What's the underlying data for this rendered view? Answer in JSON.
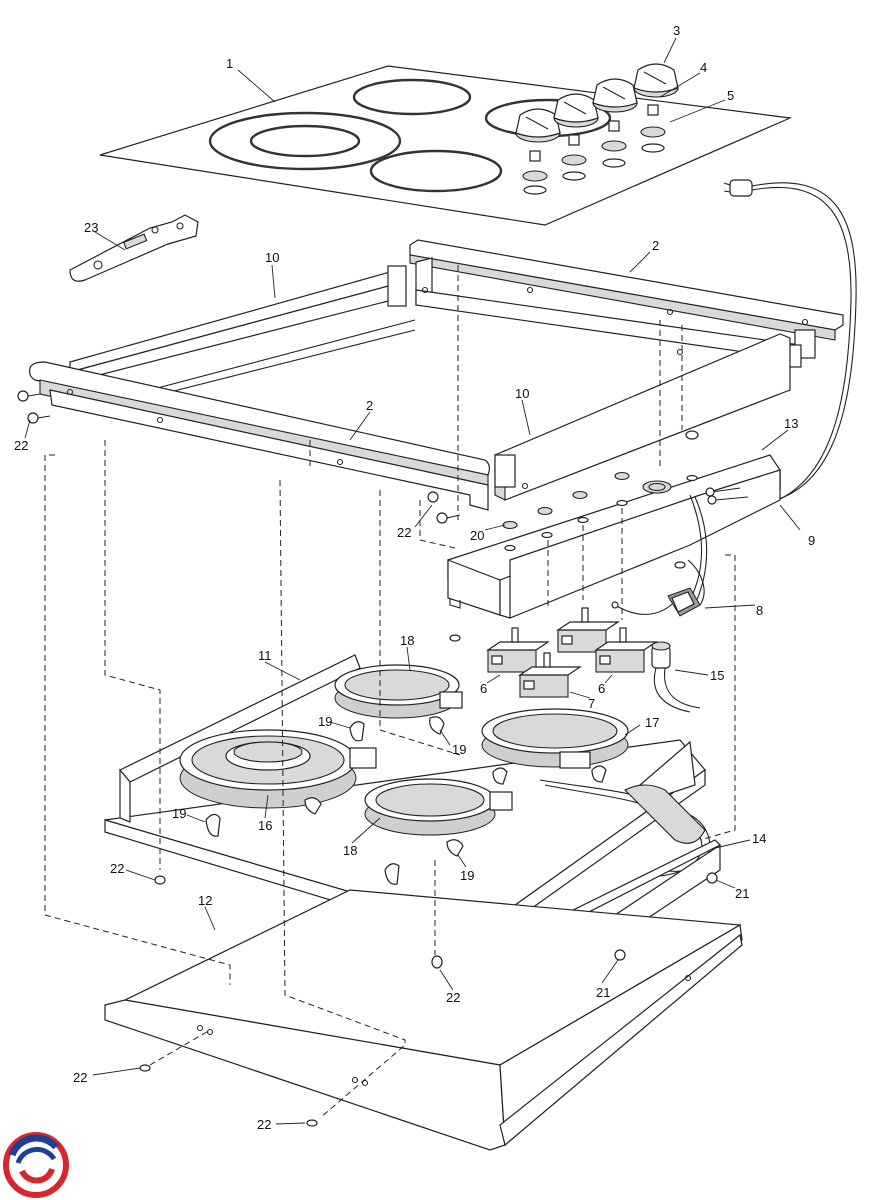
{
  "diagram": {
    "callouts": [
      {
        "id": "c1",
        "label": "1"
      },
      {
        "id": "c2a",
        "label": "2"
      },
      {
        "id": "c2b",
        "label": "2"
      },
      {
        "id": "c3",
        "label": "3"
      },
      {
        "id": "c4",
        "label": "4"
      },
      {
        "id": "c5",
        "label": "5"
      },
      {
        "id": "c6a",
        "label": "6"
      },
      {
        "id": "c6b",
        "label": "6"
      },
      {
        "id": "c7",
        "label": "7"
      },
      {
        "id": "c8",
        "label": "8"
      },
      {
        "id": "c9",
        "label": "9"
      },
      {
        "id": "c10a",
        "label": "10"
      },
      {
        "id": "c10b",
        "label": "10"
      },
      {
        "id": "c11",
        "label": "11"
      },
      {
        "id": "c12",
        "label": "12"
      },
      {
        "id": "c13",
        "label": "13"
      },
      {
        "id": "c14",
        "label": "14"
      },
      {
        "id": "c15",
        "label": "15"
      },
      {
        "id": "c16",
        "label": "16"
      },
      {
        "id": "c17",
        "label": "17"
      },
      {
        "id": "c18a",
        "label": "18"
      },
      {
        "id": "c18b",
        "label": "18"
      },
      {
        "id": "c19a",
        "label": "19"
      },
      {
        "id": "c19b",
        "label": "19"
      },
      {
        "id": "c19c",
        "label": "19"
      },
      {
        "id": "c19d",
        "label": "19"
      },
      {
        "id": "c20",
        "label": "20"
      },
      {
        "id": "c21a",
        "label": "21"
      },
      {
        "id": "c21b",
        "label": "21"
      },
      {
        "id": "c22a",
        "label": "22"
      },
      {
        "id": "c22b",
        "label": "22"
      },
      {
        "id": "c22c",
        "label": "22"
      },
      {
        "id": "c22d",
        "label": "22"
      },
      {
        "id": "c22e",
        "label": "22"
      },
      {
        "id": "c22f",
        "label": "22"
      },
      {
        "id": "c23",
        "label": "23"
      }
    ]
  },
  "colors": {
    "logo_red": "#d7262e",
    "logo_blue": "#1f3f95"
  }
}
